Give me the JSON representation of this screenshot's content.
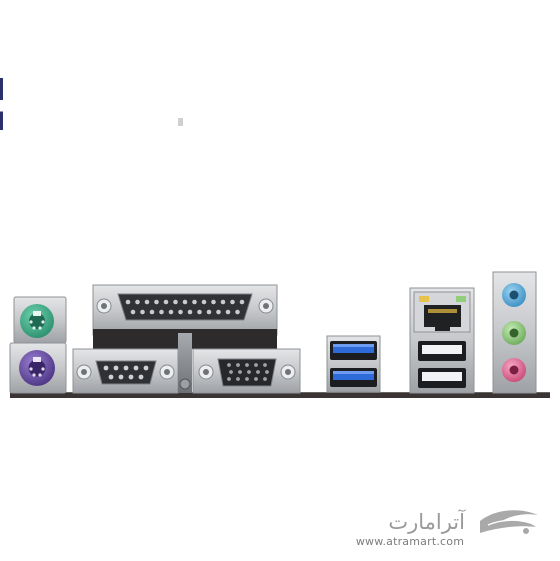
{
  "image": {
    "subject": "motherboard-rear-io-panel",
    "background_color": "#ffffff",
    "colors": {
      "ps2_mouse": "#3fae8a",
      "ps2_keyboard": "#6a4fa3",
      "usb3": "#2f6ad9",
      "audio_line_in": "#4aa3d6",
      "audio_line_out": "#8cc97a",
      "audio_mic": "#e36e98",
      "shield_metal": "#c7c9cc",
      "pcb": "#3a3534"
    },
    "ports": [
      {
        "name": "ps2-mouse-port",
        "color": "green"
      },
      {
        "name": "ps2-keyboard-port",
        "color": "purple"
      },
      {
        "name": "parallel-lpt-port",
        "pins": 25
      },
      {
        "name": "serial-com-port",
        "pins": 9
      },
      {
        "name": "vga-port",
        "pins": 15
      },
      {
        "name": "usb3-port",
        "count": 2,
        "color": "blue"
      },
      {
        "name": "ethernet-rj45-port"
      },
      {
        "name": "usb2-port",
        "count": 2
      },
      {
        "name": "audio-jacks",
        "count": 3
      }
    ]
  },
  "watermark": {
    "brand_fa": "آترامارت",
    "url": "www.atramart.com"
  }
}
